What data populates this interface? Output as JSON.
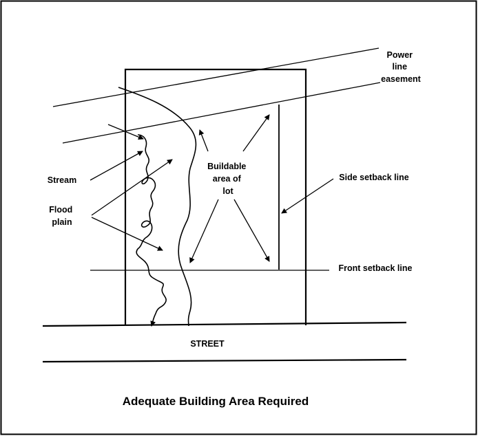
{
  "labels": {
    "power_line_easement": [
      "Power",
      "line",
      "easement"
    ],
    "stream": "Stream",
    "flood_plain": [
      "Flood",
      "plain"
    ],
    "buildable_area": [
      "Buildable",
      "area of",
      "lot"
    ],
    "side_setback": "Side setback line",
    "front_setback": "Front setback line",
    "street": "STREET"
  },
  "caption": "Adequate Building Area Required",
  "colors": {
    "ink": "#000000",
    "background": "#ffffff"
  }
}
